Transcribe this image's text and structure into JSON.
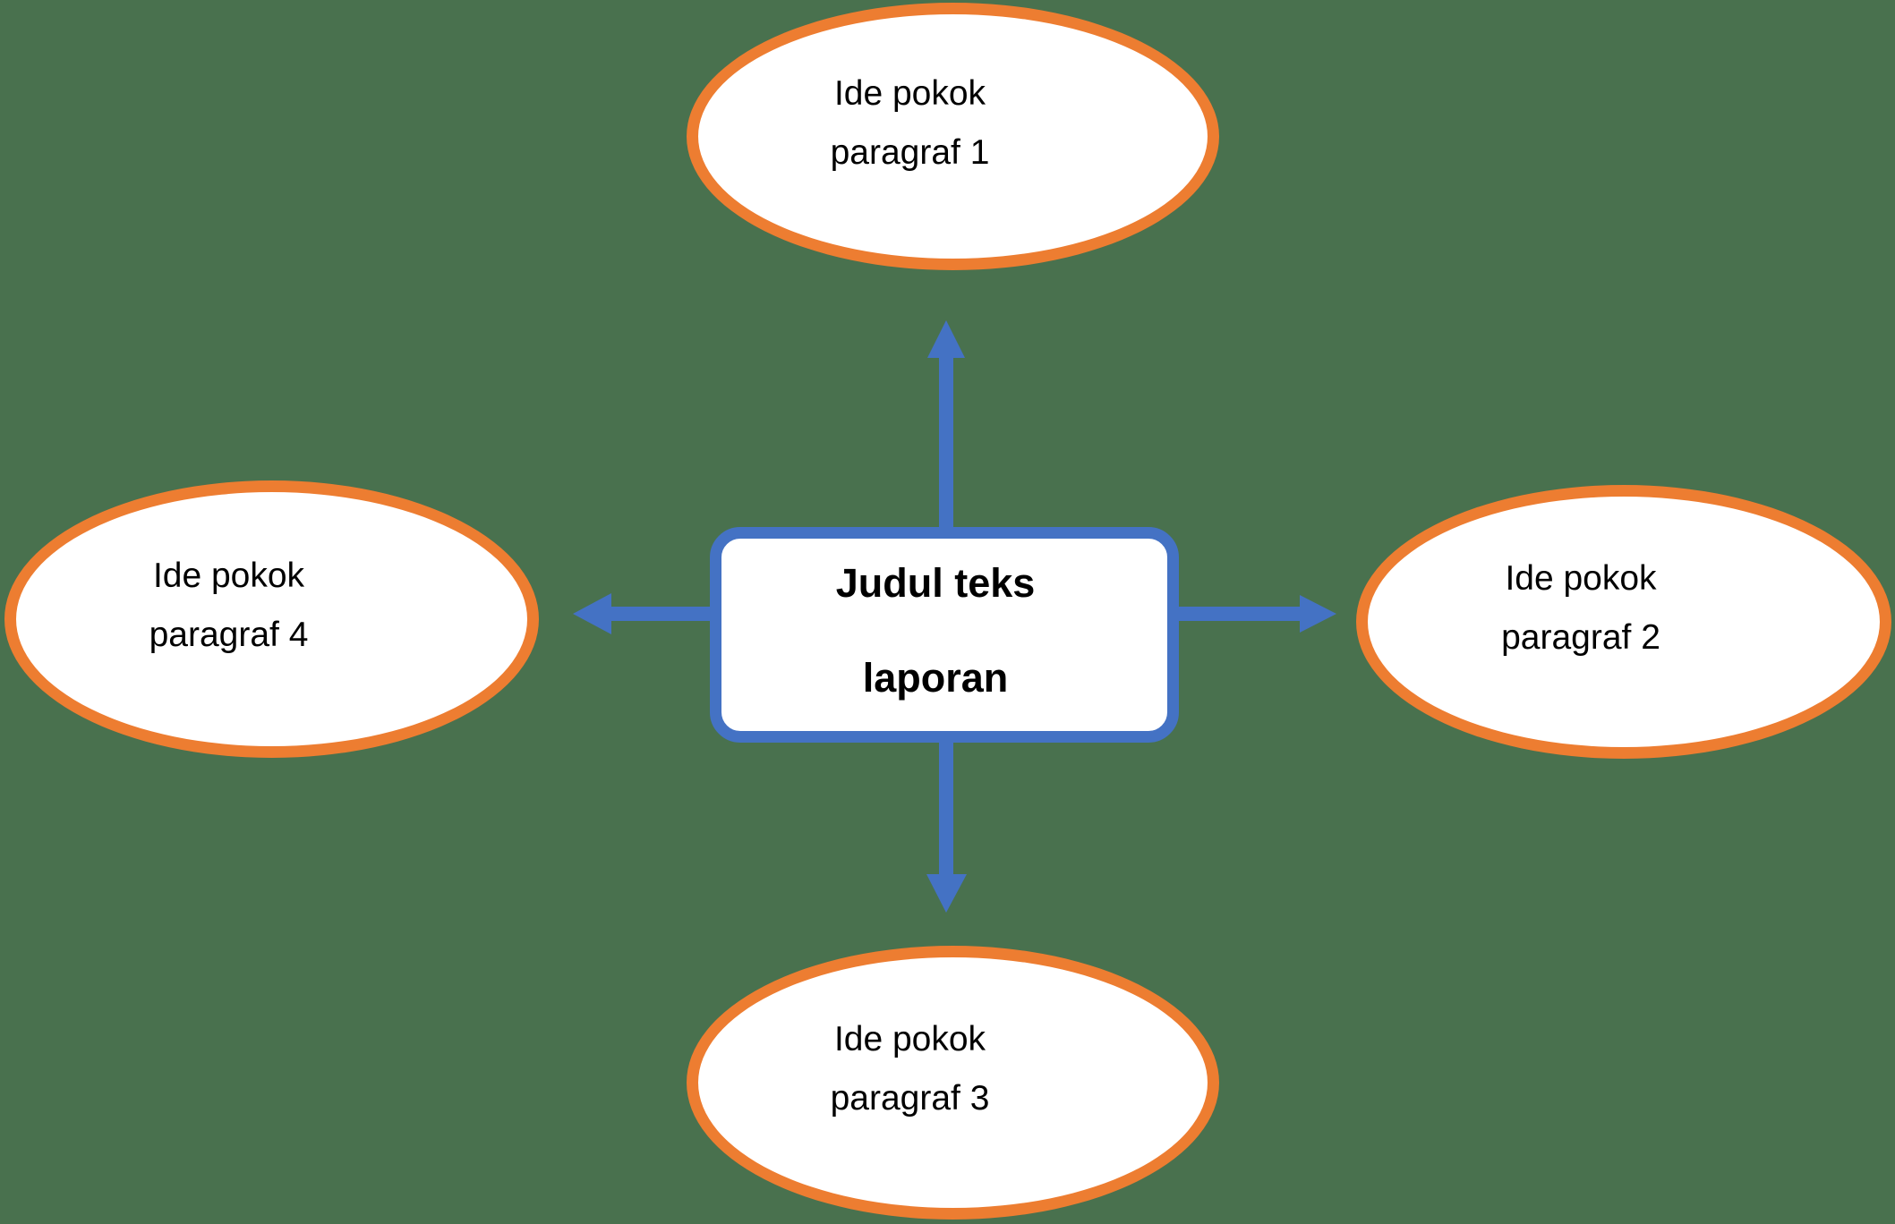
{
  "colors": {
    "background": "#49714E",
    "accent-blue": "#4472C4",
    "accent-orange": "#ED7D31",
    "node-fill": "#FFFFFF",
    "text": "#000000"
  },
  "diagram": {
    "center_box": {
      "line1": "Judul teks",
      "line2": "laporan"
    },
    "nodes": [
      {
        "position": "top",
        "line1": "Ide pokok",
        "line2": "paragraf 1"
      },
      {
        "position": "right",
        "line1": "Ide pokok",
        "line2": "paragraf 2"
      },
      {
        "position": "bottom",
        "line1": "Ide pokok",
        "line2": "paragraf 3"
      },
      {
        "position": "left",
        "line1": "Ide pokok",
        "line2": "paragraf 4"
      }
    ]
  }
}
